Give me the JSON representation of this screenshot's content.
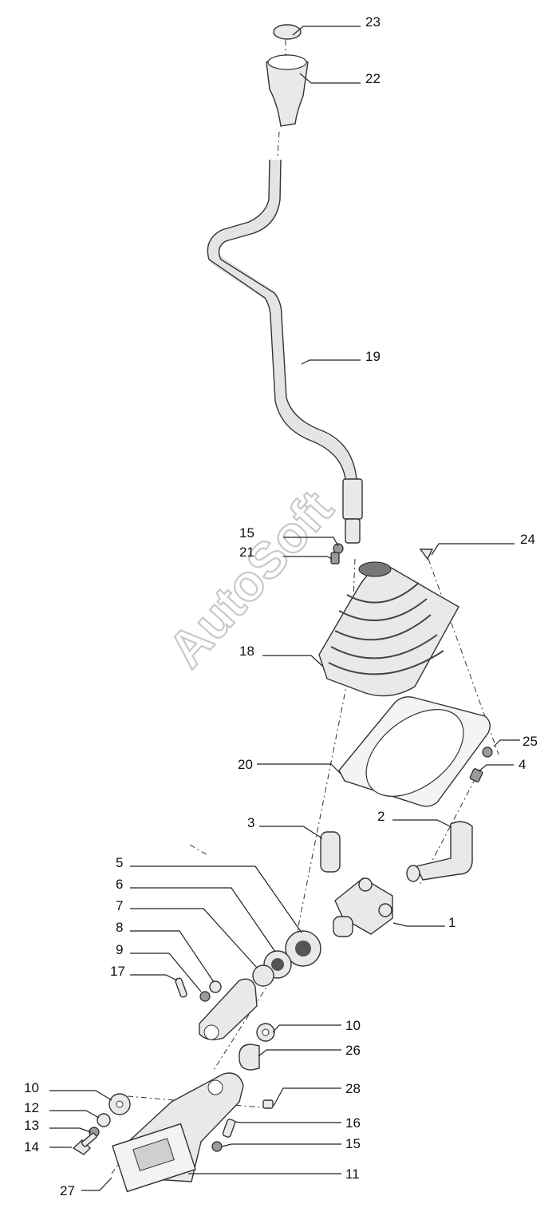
{
  "diagram": {
    "watermark": "AutoSoft",
    "callouts": [
      "23",
      "22",
      "19",
      "15",
      "21",
      "24",
      "18",
      "25",
      "20",
      "4",
      "2",
      "3",
      "5",
      "1",
      "6",
      "7",
      "8",
      "9",
      "17",
      "10",
      "26",
      "10",
      "28",
      "12",
      "16",
      "13",
      "15",
      "14",
      "11",
      "27"
    ]
  }
}
